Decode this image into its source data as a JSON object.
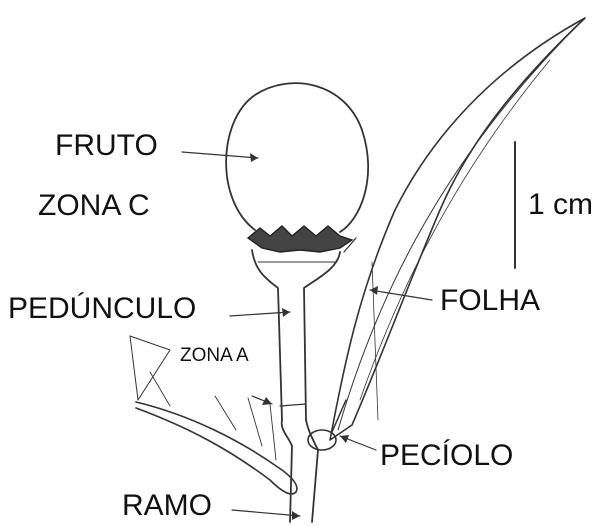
{
  "labels": {
    "fruto": "FRUTO",
    "zona_c": "ZONA C",
    "pedunculo": "PEDÚNCULO",
    "zona_a": "ZONA A",
    "ramo": "RAMO",
    "folha": "FOLHA",
    "peciolo": "PECÍOLO",
    "scale": "1 cm"
  },
  "colors": {
    "ink": "#333333",
    "background": "#ffffff"
  }
}
